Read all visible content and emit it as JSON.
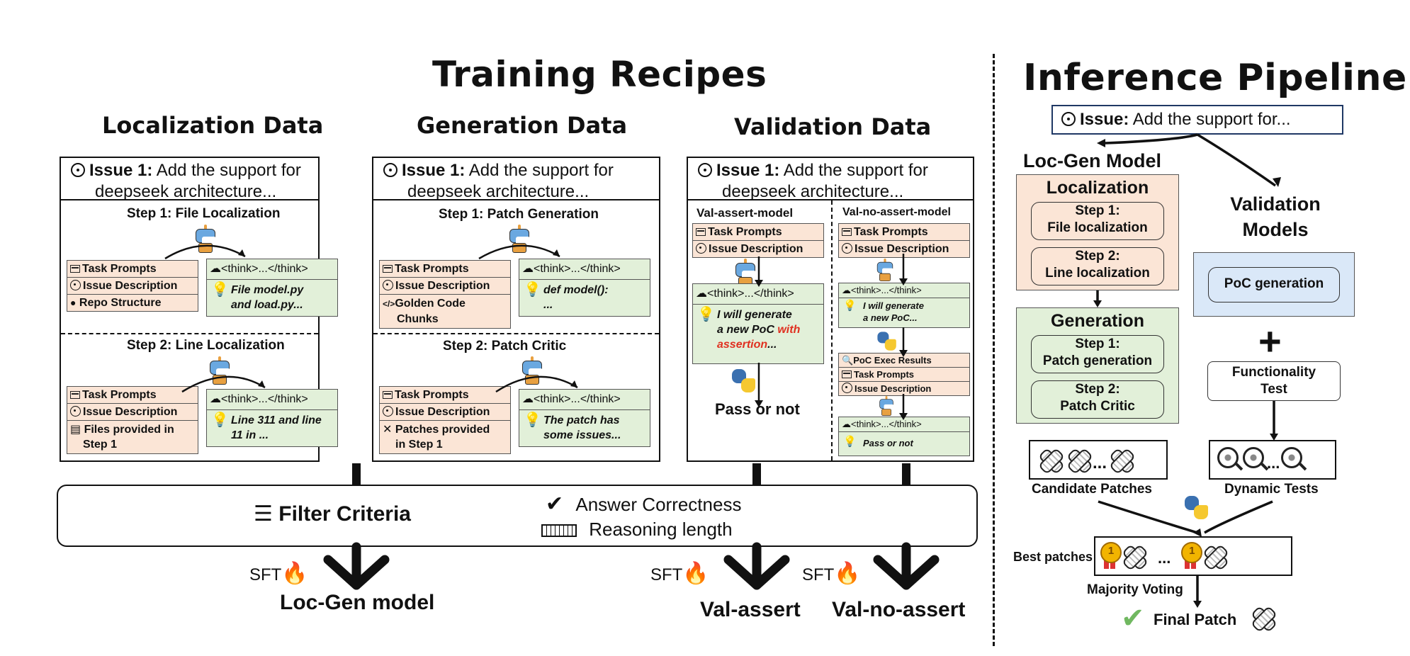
{
  "training": {
    "title": "Training Recipes",
    "localization": {
      "title": "Localization Data",
      "issue_label": "Issue 1:",
      "issue_text": " Add the support for",
      "issue_text2": "deepseek architecture...",
      "step1_title": "Step 1: File Localization",
      "step1_inputs": [
        "Task Prompts",
        "Issue Description",
        "Repo Structure"
      ],
      "step1_think": "<think>...</think>",
      "step1_output": [
        "File model.py",
        "and load.py..."
      ],
      "step2_title": "Step 2: Line Localization",
      "step2_inputs": [
        "Task Prompts",
        "Issue Description",
        "Files provided in",
        "Step 1"
      ],
      "step2_think": "<think>...</think>",
      "step2_output": [
        "Line 311 and line",
        "11 in ..."
      ]
    },
    "generation": {
      "title": "Generation Data",
      "issue_label": "Issue 1:",
      "issue_text": " Add the support for",
      "issue_text2": "deepseek architecture...",
      "step1_title": "Step 1: Patch Generation",
      "step1_inputs": [
        "Task Prompts",
        "Issue Description",
        "Golden Code",
        "Chunks"
      ],
      "step1_think": "<think>...</think>",
      "step1_output": [
        "def model():",
        "..."
      ],
      "step2_title": "Step 2: Patch Critic",
      "step2_inputs": [
        "Task Prompts",
        "Issue Description",
        "Patches provided",
        "in Step 1"
      ],
      "step2_think": "<think>...</think>",
      "step2_output": [
        "The patch has",
        "some issues..."
      ]
    },
    "validation": {
      "title": "Validation Data",
      "issue_label": "Issue 1:",
      "issue_text": " Add the support for",
      "issue_text2": "deepseek architecture...",
      "assert_title": "Val-assert-model",
      "assert_inputs": [
        "Task Prompts",
        "Issue Description"
      ],
      "assert_think": "<think>...</think>",
      "assert_output_a": "I will generate",
      "assert_output_b": "a new PoC ",
      "assert_output_red1": "with",
      "assert_output_red2": "assertion",
      "assert_output_c": "...",
      "assert_result": "Pass or not",
      "noassert_title": "Val-no-assert-model",
      "noassert_inputs": [
        "Task Prompts",
        "Issue Description"
      ],
      "noassert_think": "<think>...</think>",
      "noassert_output": [
        "I will generate",
        "a new PoC..."
      ],
      "noassert_inputs2": [
        "PoC Exec Results",
        "Task Prompts",
        "Issue Description"
      ],
      "noassert_think2": "<think>...</think>",
      "noassert_output2": "Pass or not"
    },
    "filter": {
      "label": "Filter Criteria",
      "criteria": [
        "Answer Correctness",
        "Reasoning length"
      ]
    },
    "outputs": [
      {
        "sft": "SFT",
        "model": "Loc-Gen model"
      },
      {
        "sft": "SFT",
        "model": "Val-assert"
      },
      {
        "sft": "SFT",
        "model": "Val-no-assert"
      }
    ]
  },
  "inference": {
    "title": "Inference Pipeline",
    "issue_label": "Issue:",
    "issue_text": " Add the support for...",
    "locgen_title": "Loc-Gen Model",
    "localization": {
      "title": "Localization",
      "step1": [
        "Step 1:",
        "File localization"
      ],
      "step2": [
        "Step 2:",
        "Line localization"
      ]
    },
    "generation": {
      "title": "Generation",
      "step1": [
        "Step 1:",
        "Patch generation"
      ],
      "step2": [
        "Step 2:",
        "Patch Critic"
      ]
    },
    "validation_title": [
      "Validation",
      "Models"
    ],
    "poc": "PoC generation",
    "functionality": [
      "Functionality",
      "Test"
    ],
    "ellipsis": "...",
    "candidate": "Candidate Patches",
    "dynamic": "Dynamic Tests",
    "best": "Best patches",
    "voting": "Majority Voting",
    "final": "Final Patch"
  },
  "colors": {
    "input_fill": "#fbe5d6",
    "output_fill": "#e2f0d9",
    "loc_fill": "#fbe5d6",
    "gen_fill": "#e2f0d9",
    "val_fill": "#dae8f8",
    "red": "#e03020"
  }
}
